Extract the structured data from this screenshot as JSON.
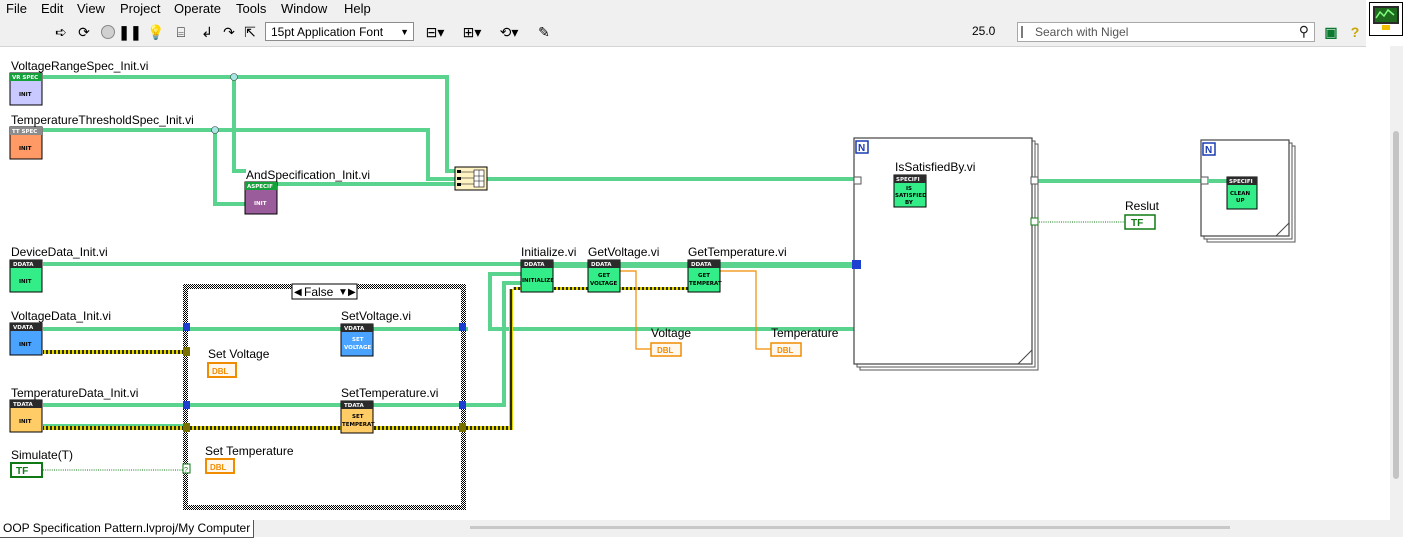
{
  "menubar": {
    "file": "File",
    "edit": "Edit",
    "view": "View",
    "project": "Project",
    "operate": "Operate",
    "tools": "Tools",
    "window": "Window",
    "help": "Help"
  },
  "toolbar": {
    "font": "15pt Application Font",
    "zoom": "25.0",
    "search_placeholder": "Search with Nigel"
  },
  "status": {
    "path": "OOP Specification Pattern.lvproj/My Computer"
  },
  "diagram": {
    "labels": {
      "voltage_range_spec_init": "VoltageRangeSpec_Init.vi",
      "temperature_threshold_spec_init": "TemperatureThresholdSpec_Init.vi",
      "and_specification_init": "AndSpecification_Init.vi",
      "device_data_init": "DeviceData_Init.vi",
      "voltage_data_init": "VoltageData_Init.vi",
      "temperature_data_init": "TemperatureData_Init.vi",
      "simulate": "Simulate(T)",
      "case_selector": "False",
      "set_voltage_vi": "SetVoltage.vi",
      "set_temperature_vi": "SetTemperature.vi",
      "set_voltage_control": "Set Voltage",
      "set_temperature_control": "Set Temperature",
      "initialize_vi": "Initialize.vi",
      "get_voltage_vi": "GetVoltage.vi",
      "get_temperature_vi": "GetTemperature.vi",
      "voltage_indicator": "Voltage",
      "temperature_indicator": "Temperature",
      "is_satisfied_by_vi": "IsSatisfiedBy.vi",
      "result_indicator": "Reslut",
      "loop_count": "N"
    },
    "terminals": {
      "dbl": "DBL",
      "tf": "TF"
    },
    "icons": {
      "vrspec_header": "VR SPEC",
      "ttspec_header": "TT SPEC",
      "aspecif_header": "ASPECIF",
      "ddata_header": "DDATA",
      "vdata_header": "VDATA",
      "tdata_header": "TDATA",
      "specifi_header": "SPECIFI",
      "init": "INIT",
      "initialize": "INITIALIZE",
      "set": "SET",
      "voltage": "VOLTAGE",
      "temperat": "TEMPERAT",
      "get": "GET",
      "temperat_short": "TEMPERAT",
      "is": "IS",
      "satisfied": "SATISFIED",
      "by": "BY",
      "clean": "CLEAN",
      "up": "UP"
    },
    "colors": {
      "class_wire": "#5ad38f",
      "dbl_wire": "#f08c00",
      "bool_wire": "#0f7a14",
      "error_wire": "#b5a300",
      "vrspec": "#c9c9ff",
      "ttspec": "#ff9966",
      "aspecif": "#9b5c9b",
      "ddata": "#33ee88",
      "vdata": "#4aa4ff",
      "tdata": "#ffcc66"
    }
  }
}
